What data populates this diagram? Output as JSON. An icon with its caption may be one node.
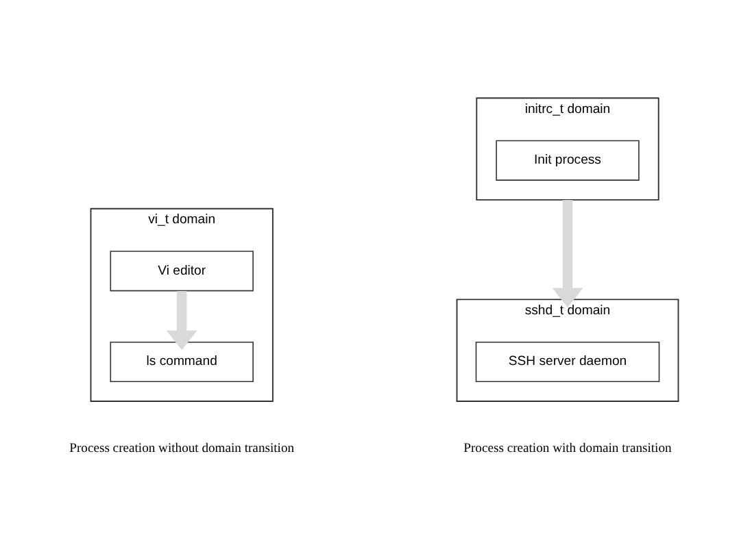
{
  "diagram": {
    "nodes": [
      {
        "text": [
          "vi_t domain"
        ]
      },
      {
        "text": [
          "Vi editor"
        ],
        "in": 0
      },
      {
        "text": [
          "ls command"
        ],
        "in": 0
      },
      {
        "text": [
          "initrc_t domain"
        ]
      },
      {
        "text": [
          "Init process"
        ],
        "in": 3
      },
      {
        "text": [
          "sshd_t domain"
        ]
      },
      {
        "text": [
          "SSH server daemon"
        ],
        "in": 5
      }
    ],
    "edges": [
      {
        "from": 1,
        "to": 2,
        "arrow": "to"
      },
      {
        "from": 3,
        "to": 5,
        "arrow": "to"
      }
    ],
    "labels": [
      "Process creation without domain transition",
      "Process creation with domain transition"
    ]
  }
}
